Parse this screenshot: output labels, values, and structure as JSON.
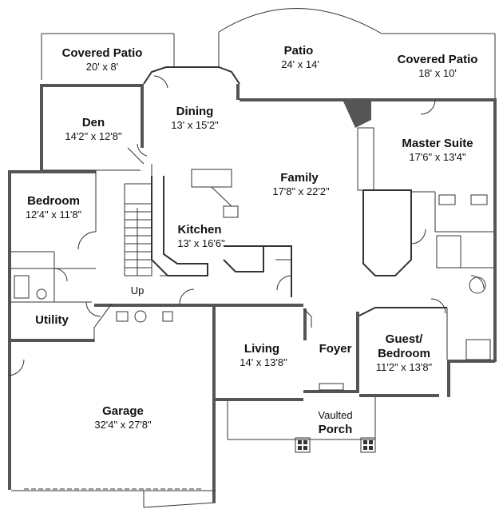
{
  "rooms": {
    "covered_patio_left": {
      "name": "Covered Patio",
      "dim": "20' x 8'"
    },
    "patio": {
      "name": "Patio",
      "dim": "24' x 14'"
    },
    "covered_patio_right": {
      "name": "Covered Patio",
      "dim": "18' x 10'"
    },
    "den": {
      "name": "Den",
      "dim": "14'2\" x 12'8\""
    },
    "dining": {
      "name": "Dining",
      "dim": "13' x 15'2\""
    },
    "family": {
      "name": "Family",
      "dim": "17'8\" x 22'2\""
    },
    "master_suite": {
      "name": "Master Suite",
      "dim": "17'6\" x 13'4\""
    },
    "bedroom": {
      "name": "Bedroom",
      "dim": "12'4\" x 11'8\""
    },
    "kitchen": {
      "name": "Kitchen",
      "dim": "13' x 16'6\""
    },
    "utility": {
      "name": "Utility"
    },
    "living": {
      "name": "Living",
      "dim": "14' x 13'8\""
    },
    "foyer": {
      "name": "Foyer"
    },
    "guest_bedroom": {
      "name": "Guest/",
      "name2": "Bedroom",
      "dim": "11'2\" x 13'8\""
    },
    "garage": {
      "name": "Garage",
      "dim": "32'4\" x 27'8\""
    },
    "porch": {
      "name": "Porch",
      "prefix": "Vaulted"
    }
  },
  "stairs": {
    "label": "Up"
  }
}
